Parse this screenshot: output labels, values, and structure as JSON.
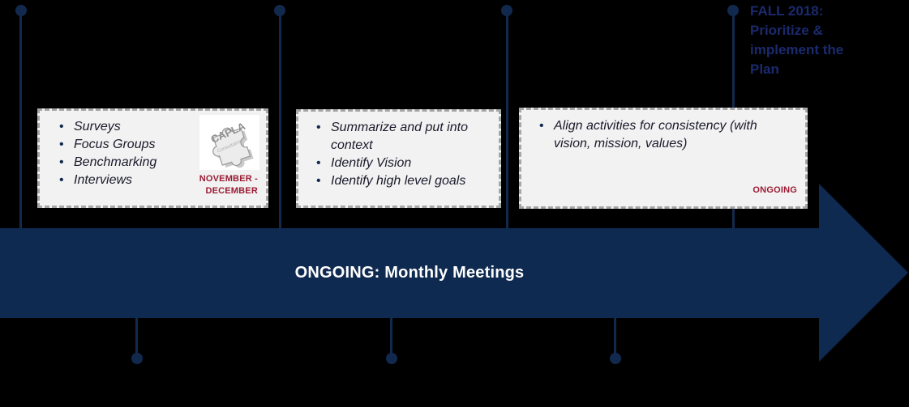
{
  "slide": {
    "background": "#000000",
    "type": "strategic-planning-timeline"
  },
  "colors": {
    "navy": "#12294e",
    "arrow_fill": "#0f2a50",
    "fall_text": "#1b2a6e",
    "dark_red": "#9b1b33",
    "box_bg": "#f2f2f2",
    "box_border": "#a6a6a6",
    "arrow_text": "#ffffff",
    "item_text": "#1a1a2b"
  },
  "arrow": {
    "label": "ONGOING: Monthly Meetings"
  },
  "fall_milestone": {
    "label": "FALL 2018: Prioritize & implement the Plan"
  },
  "boxes": [
    {
      "items": [
        "Surveys",
        "Focus Groups",
        "Benchmarking",
        "Interviews"
      ],
      "date_label": "NOVEMBER - DECEMBER",
      "logo": {
        "name": "CAPLA consultation puzzle logo",
        "text": "CAPLA",
        "subtext": "Consultation"
      }
    },
    {
      "items": [
        "Summarize and put into context",
        "Identify Vision",
        "Identify high level goals"
      ]
    },
    {
      "items": [
        "Align activities for consistency (with vision, mission, values)"
      ],
      "date_label": "ONGOING"
    }
  ]
}
